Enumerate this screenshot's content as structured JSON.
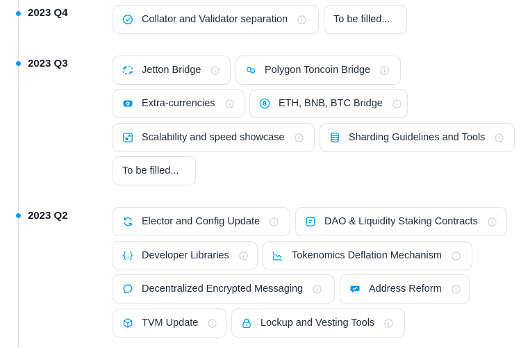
{
  "quarters": [
    {
      "label": "2023 Q4",
      "items": [
        {
          "text": "Collator and Validator separation",
          "icon": "check-circle-icon",
          "info": true
        },
        {
          "text": "To be filled...",
          "icon": null,
          "info": false
        }
      ]
    },
    {
      "label": "2023 Q3",
      "items": [
        {
          "text": "Jetton Bridge",
          "icon": "bridge-icon",
          "info": true
        },
        {
          "text": "Polygon Toncoin Bridge",
          "icon": "polygon-link-icon",
          "info": true
        },
        {
          "text": "Extra-currencies",
          "icon": "currency-icon",
          "info": true
        },
        {
          "text": "ETH, BNB, BTC Bridge",
          "icon": "bitcoin-icon",
          "info": true
        },
        {
          "text": "Scalability and speed showcase",
          "icon": "speed-showcase-icon",
          "info": true
        },
        {
          "text": "Sharding Guidelines and Tools",
          "icon": "database-icon",
          "info": true
        },
        {
          "text": "To be filled...",
          "icon": null,
          "info": false
        }
      ]
    },
    {
      "label": "2023 Q2",
      "items": [
        {
          "text": "Elector and Config Update",
          "icon": "refresh-icon",
          "info": true
        },
        {
          "text": "DAO & Liquidity Staking Contracts",
          "icon": "document-icon",
          "info": true
        },
        {
          "text": "Developer Libraries",
          "icon": "code-braces-icon",
          "info": true
        },
        {
          "text": "Tokenomics Deflation Mechanism",
          "icon": "chart-down-icon",
          "info": true
        },
        {
          "text": "Decentralized Encrypted Messaging",
          "icon": "message-icon",
          "info": true
        },
        {
          "text": "Address Reform",
          "icon": "address-icon",
          "info": true
        },
        {
          "text": "TVM Update",
          "icon": "cube-icon",
          "info": true
        },
        {
          "text": "Lockup and Vesting Tools",
          "icon": "lock-icon",
          "info": true
        }
      ]
    }
  ],
  "colors": {
    "accent": "#0098ea",
    "text": "#1f2a37",
    "border": "#dfe3e8",
    "info": "#c5ccd3"
  }
}
